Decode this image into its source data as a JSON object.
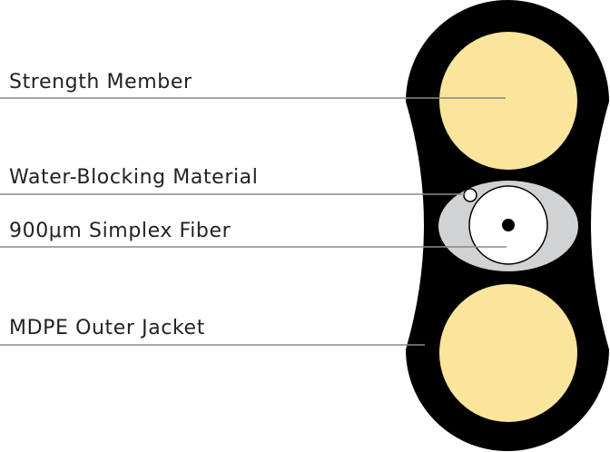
{
  "labels": {
    "strength_member": "Strength Member",
    "water_blocking": "Water-Blocking Material",
    "simplex_fiber": "900μm Simplex Fiber",
    "outer_jacket": "MDPE Outer Jacket"
  },
  "colors": {
    "jacket": "#000000",
    "strength_member": "#F9E59C",
    "water_blocking": "#D1D2D4",
    "fiber": "#FFFFFF",
    "leader_line": "#8A8A8A"
  }
}
